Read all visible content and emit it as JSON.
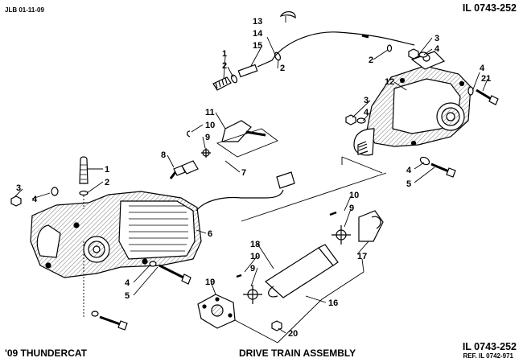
{
  "header": {
    "doc_code": "JLB 01-11-09",
    "illustration_id": "IL 0743-252"
  },
  "footer": {
    "model": "'09 THUNDERCAT",
    "title": "DRIVE TRAIN ASSEMBLY",
    "illustration_id": "IL 0743-252",
    "reference": "REF. IL 0742-971"
  },
  "callouts": {
    "c1_top": "1",
    "c2_top_a": "2",
    "c15": "15",
    "c14": "14",
    "c13": "13",
    "c2_top_b": "2",
    "c2_top_c": "2",
    "c3_rear_a": "3",
    "c4_rear_a": "4",
    "c4_rear_b": "4",
    "c21": "21",
    "c12": "12",
    "c3_rear_b": "3",
    "c4_rear_c": "4",
    "c4_rear_d": "4",
    "c5_rear": "5",
    "c11": "11",
    "c10_upper": "10",
    "c9_upper": "9",
    "c8": "8",
    "c7": "7",
    "c1_front": "1",
    "c2_front": "2",
    "c3_front": "3",
    "c4_front": "4",
    "c6": "6",
    "c4_front_b": "4",
    "c5_front": "5",
    "c10_right": "10",
    "c9_right": "9",
    "c17": "17",
    "c18": "18",
    "c10_mid": "10",
    "c9_mid": "9",
    "c19": "19",
    "c16": "16",
    "c20": "20"
  }
}
